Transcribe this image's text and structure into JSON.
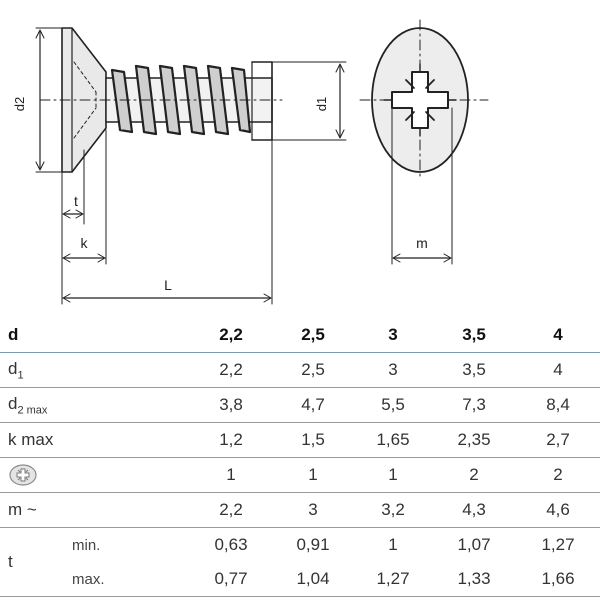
{
  "drawing": {
    "dims": {
      "d2": "d2",
      "d1": "d1",
      "t": "t",
      "k": "k",
      "L": "L",
      "m": "m"
    }
  },
  "table": {
    "header": {
      "label": "d",
      "values": [
        "2,2",
        "2,5",
        "3",
        "3,5",
        "4"
      ]
    },
    "rows": [
      {
        "label": "d",
        "sub": "1",
        "values": [
          "2,2",
          "2,5",
          "3",
          "3,5",
          "4"
        ]
      },
      {
        "label": "d",
        "sub": "2 max",
        "values": [
          "3,8",
          "4,7",
          "5,5",
          "7,3",
          "8,4"
        ]
      },
      {
        "label": "k max",
        "values": [
          "1,2",
          "1,5",
          "1,65",
          "2,35",
          "2,7"
        ]
      },
      {
        "icon": "pozidriv-drive-icon",
        "values": [
          "1",
          "1",
          "1",
          "2",
          "2"
        ]
      },
      {
        "label": "m ~",
        "values": [
          "2,2",
          "3",
          "3,2",
          "4,3",
          "4,6"
        ]
      }
    ],
    "t": {
      "label": "t",
      "min": {
        "label": "min.",
        "values": [
          "0,63",
          "0,91",
          "1",
          "1,07",
          "1,27"
        ]
      },
      "max": {
        "label": "max.",
        "values": [
          "0,77",
          "1,04",
          "1,27",
          "1,33",
          "1,66"
        ]
      }
    }
  }
}
